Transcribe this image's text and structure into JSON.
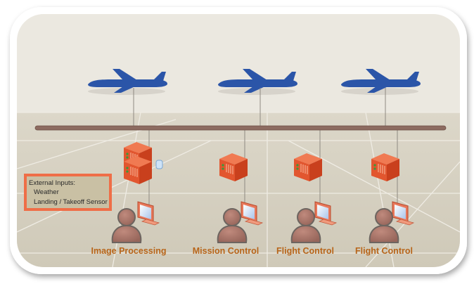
{
  "external_inputs": {
    "title": "External Inputs:",
    "items": [
      "Weather",
      "Landing / Takeoff Sensor"
    ]
  },
  "nodes": [
    {
      "label": "Image Processing",
      "server": "double-server-with-database"
    },
    {
      "label": "Mission Control",
      "server": "server"
    },
    {
      "label": "Flight Control",
      "server": "server"
    },
    {
      "label": "Flight Control",
      "server": "server"
    }
  ],
  "aircraft_count": 3,
  "colors": {
    "aircraft": "#2b55a8",
    "bus": "#8d6b60",
    "server": "#e2562f",
    "person": "#a87468",
    "label": "#b8651a",
    "callout_border": "#ef6e47",
    "callout_fill": "#c9c0a4"
  }
}
